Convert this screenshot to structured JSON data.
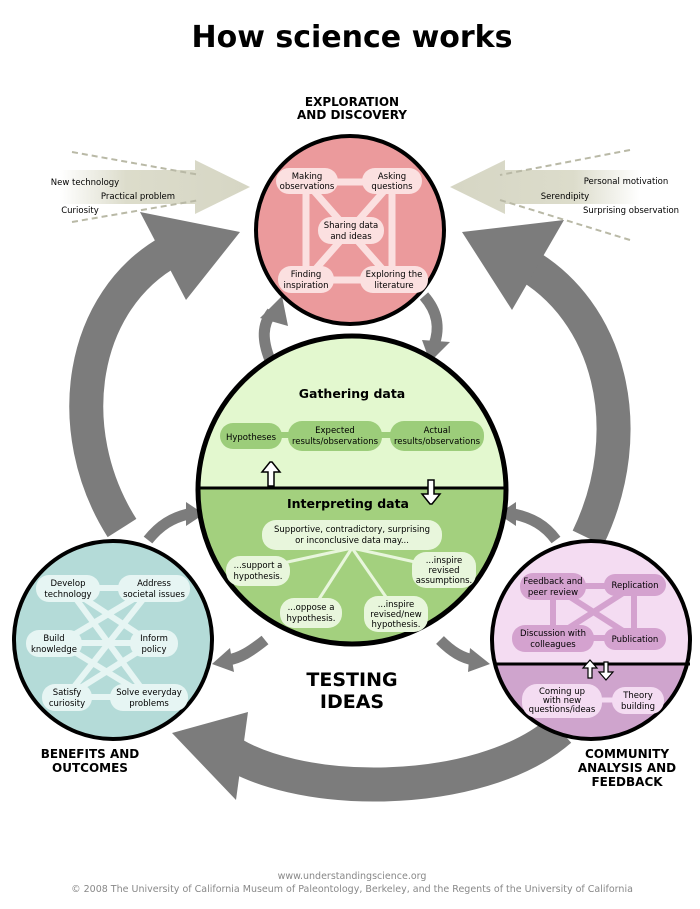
{
  "title": "How science works",
  "exploration": {
    "heading": [
      "EXPLORATION",
      "AND DISCOVERY"
    ],
    "nodes": {
      "making": [
        "Making",
        "observations"
      ],
      "asking": [
        "Asking",
        "questions"
      ],
      "sharing": [
        "Sharing data",
        "and ideas"
      ],
      "finding": [
        "Finding",
        "inspiration"
      ],
      "exploring": [
        "Exploring the",
        "literature"
      ]
    }
  },
  "left_inputs": [
    "New technology",
    "Practical problem",
    "Curiosity"
  ],
  "right_inputs": [
    "Personal motivation",
    "Serendipity",
    "Surprising observation"
  ],
  "testing": {
    "gathering_title": "Gathering data",
    "gathering_nodes": {
      "hypotheses": [
        "Hypotheses"
      ],
      "expected": [
        "Expected",
        "results/observations"
      ],
      "actual": [
        "Actual",
        "results/observations"
      ]
    },
    "interpreting_title": "Interpreting data",
    "interpreting_nodes": {
      "supportive": [
        "Supportive, contradictory, surprising",
        "or inconclusive data may..."
      ],
      "support": [
        "...support a",
        "hypothesis."
      ],
      "inspire_assumptions": [
        "...inspire",
        "revised",
        "assumptions."
      ],
      "oppose": [
        "...oppose a",
        "hypothesis."
      ],
      "inspire_hypothesis": [
        "...inspire",
        "revised/new",
        "hypothesis."
      ]
    },
    "heading": [
      "TESTING",
      "IDEAS"
    ]
  },
  "benefits": {
    "heading": [
      "BENEFITS AND",
      "OUTCOMES"
    ],
    "nodes": {
      "develop": [
        "Develop",
        "technology"
      ],
      "address": [
        "Address",
        "societal issues"
      ],
      "build": [
        "Build",
        "knowledge"
      ],
      "inform": [
        "Inform",
        "policy"
      ],
      "satisfy": [
        "Satisfy",
        "curiosity"
      ],
      "solve": [
        "Solve everyday",
        "problems"
      ]
    }
  },
  "community": {
    "heading": [
      "COMMUNITY",
      "ANALYSIS AND",
      "FEEDBACK"
    ],
    "nodes": {
      "feedback": [
        "Feedback and",
        "peer review"
      ],
      "replication": [
        "Replication"
      ],
      "discussion": [
        "Discussion with",
        "colleagues"
      ],
      "publication": [
        "Publication"
      ],
      "coming_up": [
        "Coming up",
        "with new",
        "questions/ideas"
      ],
      "theory": [
        "Theory",
        "building"
      ]
    }
  },
  "footer": {
    "url": "www.understandingscience.org",
    "copyright": "© 2008 The University of California Museum of Paleontology, Berkeley, and the Regents of the University of California"
  },
  "colors": {
    "exploration_fill": "#eb9a9c",
    "exploration_node": "#fbe0e0",
    "gathering_fill": "#e3f8cf",
    "gathering_node": "#9ccd7a",
    "interpreting_fill": "#a3d07e",
    "interpreting_node": "#e8f6dc",
    "benefits_fill": "#b4dbd8",
    "benefits_node": "#e6f5f3",
    "community_top_fill": "#f4dcf2",
    "community_node_top": "#d4a2cf",
    "community_bottom_fill": "#cfa4cd",
    "community_node_bottom": "#f4dcf2",
    "arrow_grey": "#7c7c7c",
    "input_arrow": "#dcdccb"
  }
}
